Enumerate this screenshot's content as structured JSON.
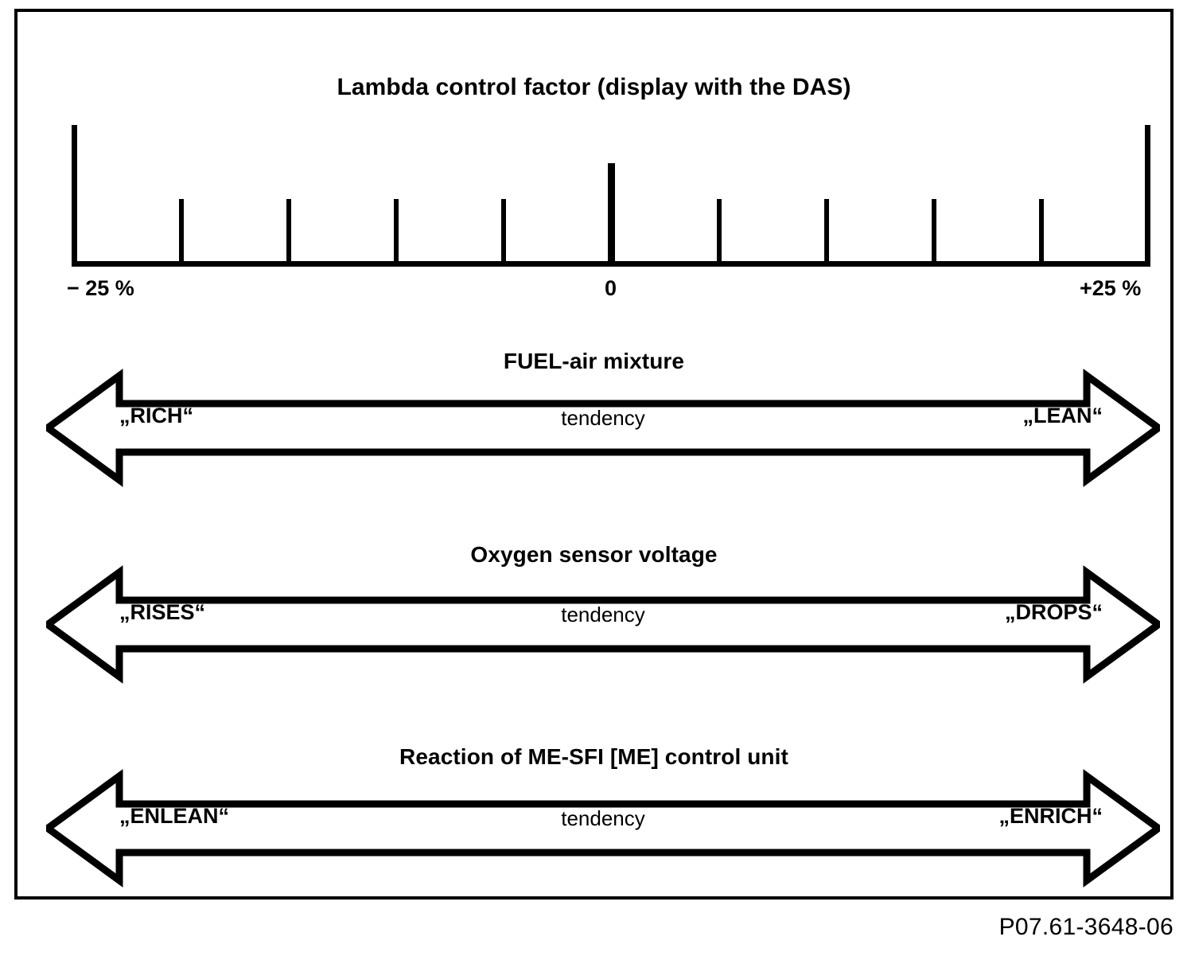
{
  "figure": {
    "reference_code": "P07.61-3648-06",
    "frame_color": "#000000",
    "background_color": "#ffffff"
  },
  "chart_data": {
    "type": "bar",
    "title": "Lambda control factor (display with the DAS)",
    "xlabel": "",
    "ylabel": "",
    "axis_kind": "symmetric-percentage-scale",
    "xlim": [
      -25,
      25
    ],
    "grid": false,
    "legend": null,
    "tick_labels": [
      "− 25 %",
      "0",
      "+25 %"
    ],
    "tick_label_values": [
      -25,
      0,
      25
    ],
    "categories": [
      -25,
      -20,
      -15,
      -10,
      -5,
      0,
      5,
      10,
      15,
      20,
      25
    ],
    "values": [
      100,
      48,
      48,
      48,
      48,
      73,
      48,
      48,
      48,
      48,
      100
    ],
    "tick_kinds": [
      "major",
      "minor",
      "minor",
      "minor",
      "minor",
      "center",
      "minor",
      "minor",
      "minor",
      "minor",
      "major"
    ],
    "annotations": [
      "FUEL-air mixture: „RICH“ ← tendency → „LEAN“",
      "Oxygen sensor voltage: „RISES“ ← tendency → „DROPS“",
      "Reaction of ME-SFI [ME] control unit: „ENLEAN“ ← tendency → „ENRICH“"
    ]
  },
  "scale": {
    "title": "Lambda control factor (display with the DAS)",
    "label_min": "− 25 %",
    "label_zero": "0",
    "label_max": "+25 %"
  },
  "rows": [
    {
      "id": "fuel",
      "title": "FUEL-air mixture",
      "left_label": "„RICH“",
      "center_label": "tendency",
      "right_label": "„LEAN“"
    },
    {
      "id": "oxygen",
      "title": "Oxygen sensor voltage",
      "left_label": "„RISES“",
      "center_label": "tendency",
      "right_label": "„DROPS“"
    },
    {
      "id": "ecu",
      "title": "Reaction of ME-SFI [ME] control unit",
      "left_label": "„ENLEAN“",
      "center_label": "tendency",
      "right_label": "„ENRICH“"
    }
  ]
}
